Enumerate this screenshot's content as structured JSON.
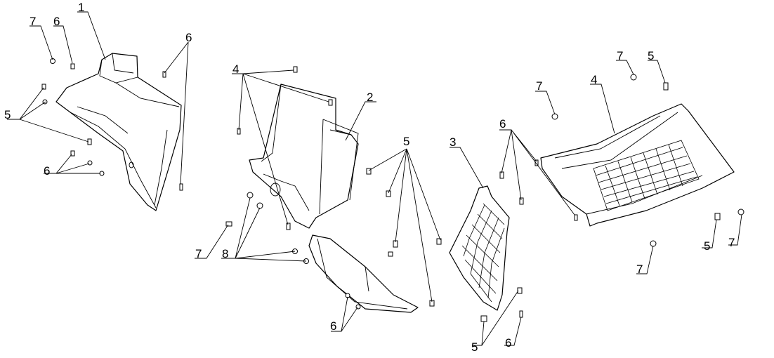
{
  "callouts": [
    {
      "id": "c1",
      "number": "1"
    },
    {
      "id": "c2",
      "number": "2"
    },
    {
      "id": "c3",
      "number": "3"
    },
    {
      "id": "c4a",
      "number": "4"
    },
    {
      "id": "c4b",
      "number": "4"
    },
    {
      "id": "c5a",
      "number": "5"
    },
    {
      "id": "c5b",
      "number": "5"
    },
    {
      "id": "c5c",
      "number": "5"
    },
    {
      "id": "c5d",
      "number": "5"
    },
    {
      "id": "c5e",
      "number": "5"
    },
    {
      "id": "c6a",
      "number": "6"
    },
    {
      "id": "c6b",
      "number": "6"
    },
    {
      "id": "c6c",
      "number": "6"
    },
    {
      "id": "c6d",
      "number": "6"
    },
    {
      "id": "c6e",
      "number": "6"
    },
    {
      "id": "c6f",
      "number": "6"
    },
    {
      "id": "c7a",
      "number": "7"
    },
    {
      "id": "c7b",
      "number": "7"
    },
    {
      "id": "c7c",
      "number": "7"
    },
    {
      "id": "c7d",
      "number": "7"
    },
    {
      "id": "c7e",
      "number": "7"
    },
    {
      "id": "c8",
      "number": "8"
    }
  ]
}
